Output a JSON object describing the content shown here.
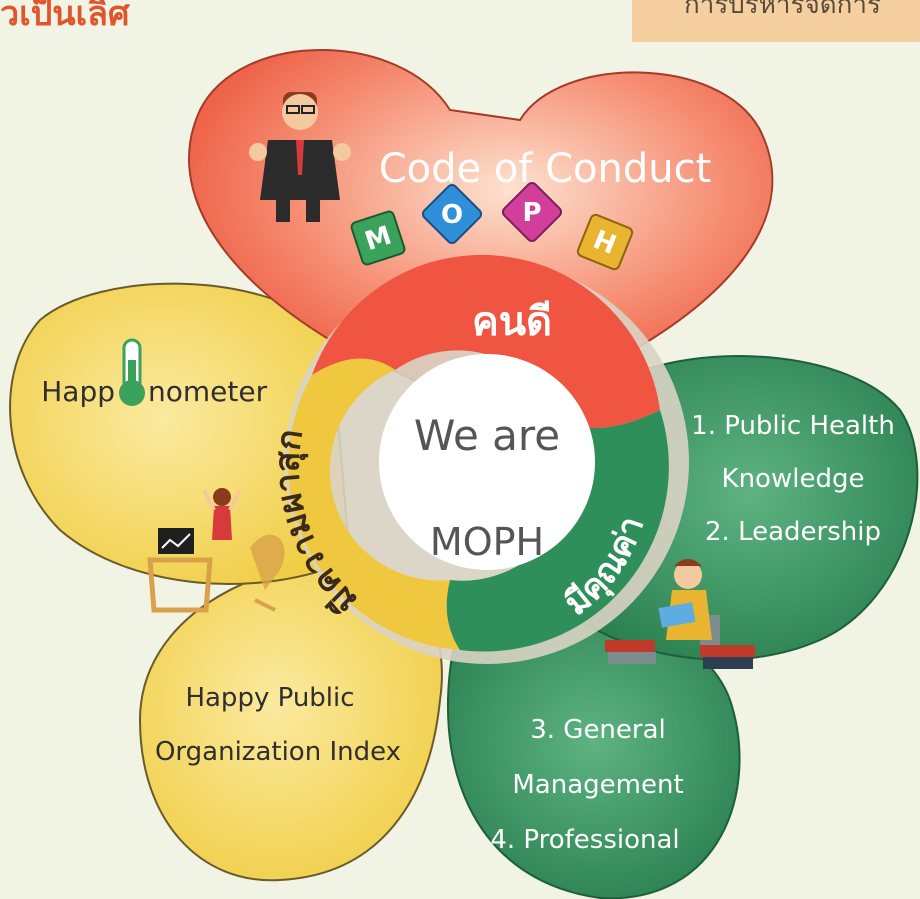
{
  "header": {
    "left_text": "วเป็นเลิศ",
    "right_text": "การบริหารจัดการ"
  },
  "petals": {
    "top": {
      "title": "Code of Conduct",
      "letters": [
        "M",
        "O",
        "P",
        "H"
      ]
    },
    "left": {
      "label_before": "Happ",
      "label_after": "nometer"
    },
    "left_bottom": {
      "line1": "Happy Public",
      "line2": "Organization Index"
    },
    "right": {
      "line1": "1. Public Health",
      "line2": "Knowledge",
      "line3": "2. Leadership"
    },
    "bottom": {
      "line1": "3. General",
      "line2": "Management",
      "line3": "4. Professional"
    }
  },
  "ring": {
    "top_label": "คนดี",
    "left_label": "มีความผาสุก",
    "right_label": "มีคุณค่า"
  },
  "center": {
    "line1": "We are",
    "line2": "MOPH"
  },
  "colors": {
    "red": "#ef5b45",
    "yellow": "#f2cf4a",
    "green": "#2f8f5b",
    "tile_m": "#3aa25a",
    "tile_o": "#2f8fd8",
    "tile_p": "#d23f9a",
    "tile_h": "#e9b530"
  }
}
